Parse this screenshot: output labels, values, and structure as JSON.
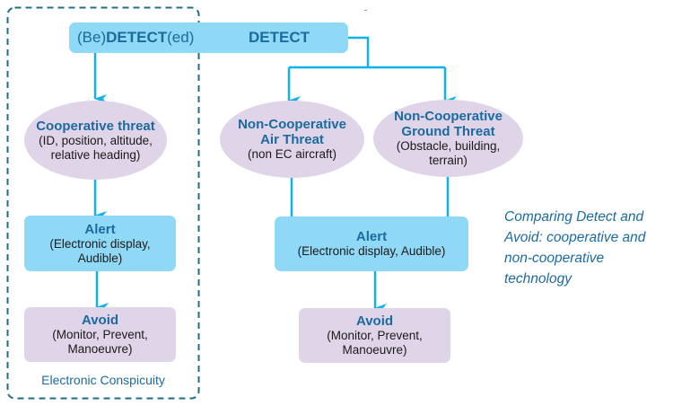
{
  "colors": {
    "alert_fill": "#8fd8f6",
    "threat_fill": "#e0d4e8",
    "title_text": "#1b6aa0",
    "arrow": "#10b0ea",
    "group_border": "#1f6e86"
  },
  "detect_bar": {
    "left_prefix": "(Be)",
    "left_bold": "DETECT",
    "left_suffix": "(ed)",
    "right_label": "DETECT"
  },
  "cooperative": {
    "group_label": "Electronic Conspicuity",
    "threat": {
      "title": "Cooperative threat",
      "lines": [
        "(ID, position, altitude,",
        "relative heading)"
      ]
    },
    "alert": {
      "title": "Alert",
      "lines": [
        "(Electronic display,",
        "Audible)"
      ]
    },
    "avoid": {
      "title": "Avoid",
      "lines": [
        "(Monitor, Prevent,",
        "Manoeuvre)"
      ]
    }
  },
  "non_cooperative": {
    "air_threat": {
      "title_lines": [
        "Non-Cooperative",
        "Air Threat"
      ],
      "lines": [
        "(non EC aircraft)"
      ]
    },
    "ground_threat": {
      "title_lines": [
        "Non-Cooperative",
        "Ground Threat"
      ],
      "lines": [
        "(Obstacle, building,",
        "terrain)"
      ]
    },
    "alert": {
      "title": "Alert",
      "lines": [
        "(Electronic display, Audible)"
      ]
    },
    "avoid": {
      "title": "Avoid",
      "lines": [
        "(Monitor, Prevent,",
        "Manoeuvre)"
      ]
    }
  },
  "caption": {
    "lines": [
      "Comparing Detect and",
      "Avoid: cooperative and",
      "non-cooperative",
      "technology"
    ]
  }
}
